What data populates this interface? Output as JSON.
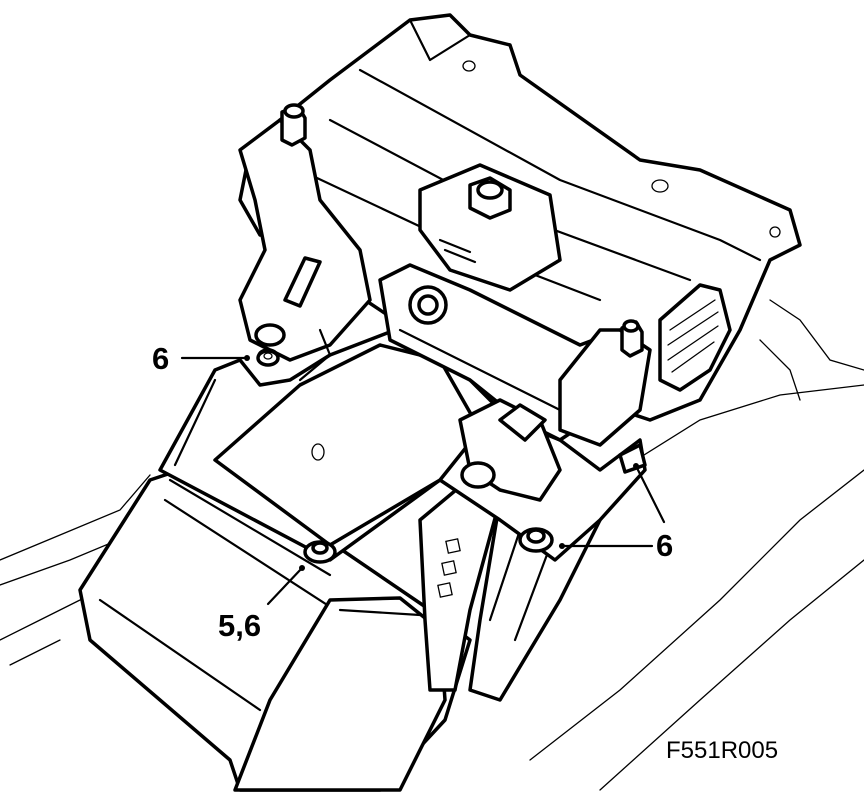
{
  "figure_code": "F551R005",
  "callouts": [
    {
      "id": "upper-left",
      "text": "6"
    },
    {
      "id": "right",
      "text": "6"
    },
    {
      "id": "lower",
      "text": "5,6"
    }
  ],
  "colors": {
    "line": "#000000",
    "background": "#ffffff"
  }
}
